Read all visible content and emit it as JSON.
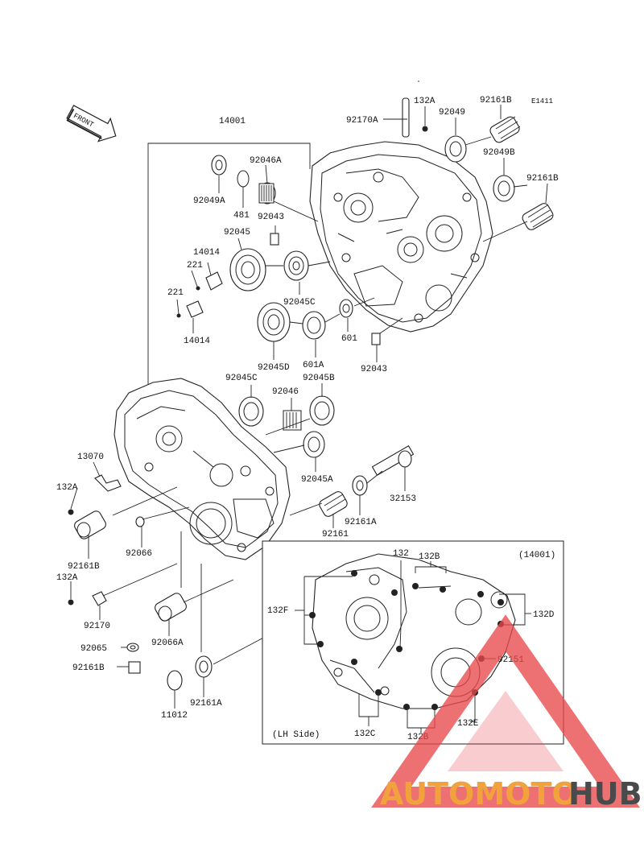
{
  "diagram": {
    "ref_code": "E1411",
    "front_label": "FRONT",
    "inset_title": "(14001)",
    "inset_side": "(LH Side)",
    "labels": [
      {
        "id": "14001",
        "text": "14001"
      },
      {
        "id": "132A_top",
        "text": "132A"
      },
      {
        "id": "92170A",
        "text": "92170A"
      },
      {
        "id": "92049",
        "text": "92049"
      },
      {
        "id": "92161B_top",
        "text": "92161B"
      },
      {
        "id": "92049B",
        "text": "92049B"
      },
      {
        "id": "92161B_right",
        "text": "92161B"
      },
      {
        "id": "92046A",
        "text": "92046A"
      },
      {
        "id": "92049A",
        "text": "92049A"
      },
      {
        "id": "481",
        "text": "481"
      },
      {
        "id": "92043_top",
        "text": "92043"
      },
      {
        "id": "92045",
        "text": "92045"
      },
      {
        "id": "14014_top",
        "text": "14014"
      },
      {
        "id": "221_top",
        "text": "221"
      },
      {
        "id": "221_bot",
        "text": "221"
      },
      {
        "id": "14014_bot",
        "text": "14014"
      },
      {
        "id": "92045C_top",
        "text": "92045C"
      },
      {
        "id": "601",
        "text": "601"
      },
      {
        "id": "601A",
        "text": "601A"
      },
      {
        "id": "92045D",
        "text": "92045D"
      },
      {
        "id": "92043_bot",
        "text": "92043"
      },
      {
        "id": "92045C_mid",
        "text": "92045C"
      },
      {
        "id": "92045B",
        "text": "92045B"
      },
      {
        "id": "92046",
        "text": "92046"
      },
      {
        "id": "13070",
        "text": "13070"
      },
      {
        "id": "132A_mid",
        "text": "132A"
      },
      {
        "id": "92045A",
        "text": "92045A"
      },
      {
        "id": "32153",
        "text": "32153"
      },
      {
        "id": "92161A_mid",
        "text": "92161A"
      },
      {
        "id": "92161",
        "text": "92161"
      },
      {
        "id": "92161B_left",
        "text": "92161B"
      },
      {
        "id": "92066",
        "text": "92066"
      },
      {
        "id": "132A_bot",
        "text": "132A"
      },
      {
        "id": "92170",
        "text": "92170"
      },
      {
        "id": "92065",
        "text": "92065"
      },
      {
        "id": "92161B_bot",
        "text": "92161B"
      },
      {
        "id": "92066A",
        "text": "92066A"
      },
      {
        "id": "92161A_bot",
        "text": "92161A"
      },
      {
        "id": "11012",
        "text": "11012"
      },
      {
        "id": "132",
        "text": "132"
      },
      {
        "id": "132B_top",
        "text": "132B"
      },
      {
        "id": "132F",
        "text": "132F"
      },
      {
        "id": "132D",
        "text": "132D"
      },
      {
        "id": "92151",
        "text": "92151"
      },
      {
        "id": "132C",
        "text": "132C"
      },
      {
        "id": "132B_bot",
        "text": "132B"
      },
      {
        "id": "132E",
        "text": "132E"
      }
    ]
  },
  "watermark": {
    "brand_a": "AUTOMOTO",
    "brand_b": "HUB",
    "color_a": "#f2a23c",
    "color_b": "#4a4a4a",
    "triangle_color": "#e8484c"
  }
}
